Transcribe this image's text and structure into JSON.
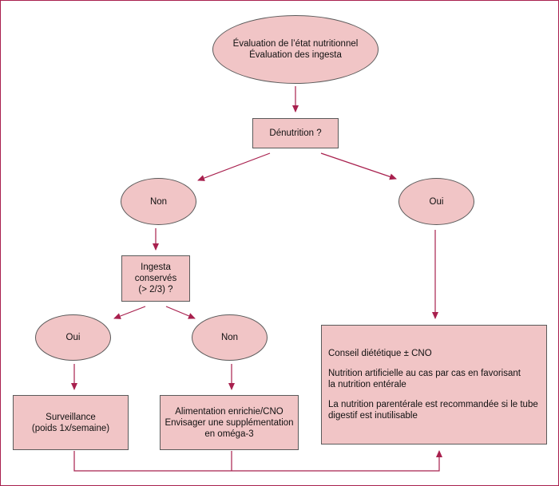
{
  "nodes": {
    "evaluation": {
      "line1": "Évaluation de l’état nutritionnel",
      "line2": "Évaluation des ingesta"
    },
    "denutrition": {
      "label": "Dénutrition ?"
    },
    "non_top": {
      "label": "Non"
    },
    "oui_top": {
      "label": "Oui"
    },
    "ingesta": {
      "line1": "Ingesta",
      "line2": "conservés",
      "line3": "(> 2/3) ?"
    },
    "oui_left": {
      "label": "Oui"
    },
    "non_left": {
      "label": "Non"
    },
    "surveillance": {
      "line1": "Surveillance",
      "line2": "(poids 1x/semaine)"
    },
    "alimentation": {
      "line1": "Alimentation enrichie/CNO",
      "line2": "Envisager une supplémentation",
      "line3": "en oméga-3"
    },
    "conseil": {
      "p1": "Conseil diététique ± CNO",
      "p2_line1": "Nutrition artificielle au cas par cas en favorisant",
      "p2_line2": "la nutrition entérale",
      "p3_line1": "La nutrition parentérale est recommandée si le tube",
      "p3_line2": "digestif est inutilisable"
    }
  },
  "colors": {
    "node_fill": "#f1c5c6",
    "arrow": "#a8204e",
    "frame": "#a8204e",
    "node_border": "#5a5a5a"
  }
}
